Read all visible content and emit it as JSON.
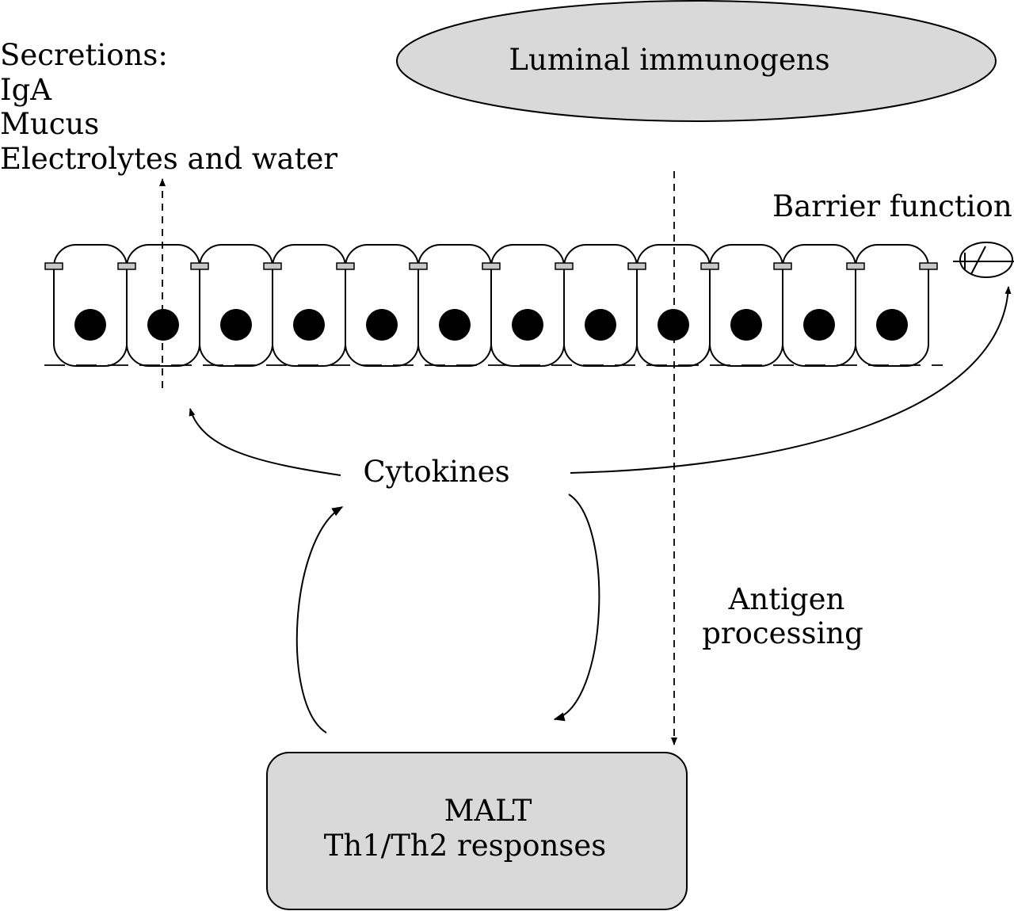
{
  "labels": {
    "secretions_heading": "Secretions:",
    "secretion_items": [
      "IgA",
      "Mucus",
      "Electrolytes and water"
    ],
    "luminal_immunogens": "Luminal immunogens",
    "barrier_function": "Barrier function",
    "cytokines": "Cytokines",
    "antigen_processing": [
      "Antigen",
      "processing"
    ],
    "malt_title": "MALT",
    "malt_subtitle": "Th1/Th2 responses"
  },
  "epithelium": {
    "cell_count": 12
  },
  "colors": {
    "shape_fill": "#d9d9d9",
    "junction_fill": "#c8c8c8",
    "nucleus_fill": "#000000",
    "stroke": "#000000"
  }
}
